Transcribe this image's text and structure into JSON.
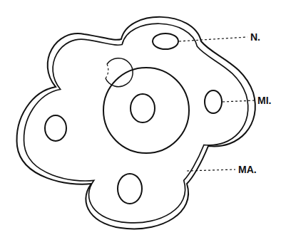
{
  "diagram": {
    "labels": [
      "N.",
      "MI.",
      "MA."
    ]
  }
}
